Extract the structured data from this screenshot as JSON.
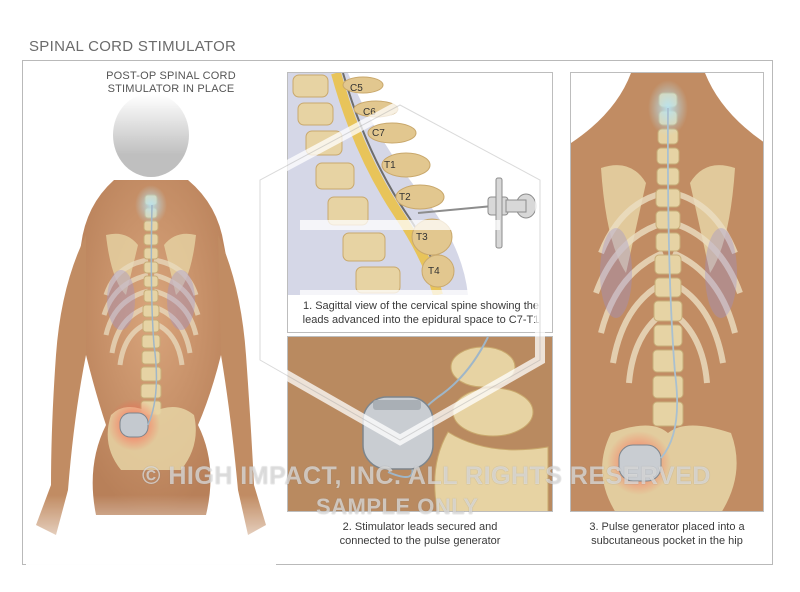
{
  "title": "SPINAL CORD STIMULATOR",
  "figure1": {
    "heading_line1": "POST-OP SPINAL CORD",
    "heading_line2": "STIMULATOR IN PLACE"
  },
  "panel1": {
    "labels": [
      "C5",
      "C6",
      "C7",
      "T1",
      "T2",
      "T3",
      "T4"
    ],
    "caption_line1": "1. Sagittal view of the cervical spine showing the",
    "caption_line2": "leads advanced into the epidural space to C7-T1"
  },
  "panel2": {
    "caption_line1": "2. Stimulator leads secured and",
    "caption_line2": "connected to the pulse generator"
  },
  "panel3": {
    "caption_line1": "3. Pulse generator placed into a",
    "caption_line2": "subcutaneous pocket in the hip"
  },
  "watermark": {
    "line1": "© HIGH IMPACT, INC. ALL RIGHTS RESERVED",
    "line2": "SAMPLE ONLY"
  },
  "colors": {
    "skin": "#c9966c",
    "bone": "#e6d3a4",
    "cord": "#e8c45a",
    "glow": "#ff5a4a",
    "lead": "#9fb6c8"
  }
}
